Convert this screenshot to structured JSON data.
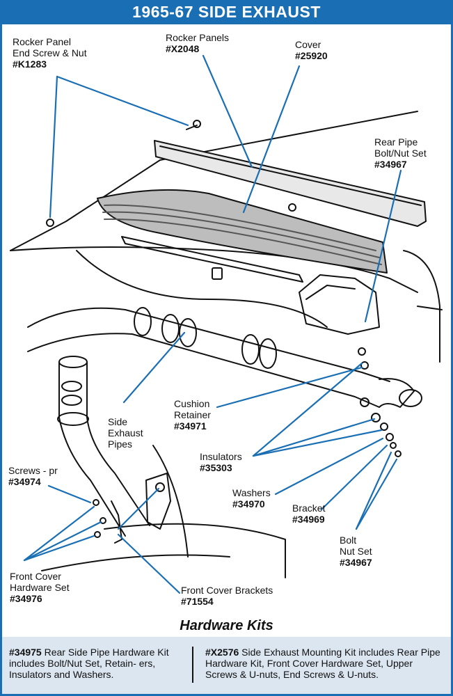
{
  "title": "1965-67 SIDE EXHAUST",
  "labels": {
    "rocker_end_screw": {
      "name_line1": "Rocker Panel",
      "name_line2": "End Screw & Nut",
      "part": "#K1283"
    },
    "rocker_panels": {
      "name": "Rocker Panels",
      "part": "#X2048"
    },
    "cover": {
      "name": "Cover",
      "part": "#25920"
    },
    "rear_pipe_bolt": {
      "name_line1": "Rear Pipe",
      "name_line2": "Bolt/Nut Set",
      "part": "#34967"
    },
    "side_exhaust_pipes": {
      "line1": "Side",
      "line2": "Exhaust",
      "line3": "Pipes"
    },
    "cushion_retainer": {
      "name_line1": "Cushion",
      "name_line2": "Retainer",
      "part": "#34971"
    },
    "insulators": {
      "name": "Insulators",
      "part": "#35303"
    },
    "screws": {
      "name": "Screws - pr",
      "part": "#34974"
    },
    "washers": {
      "name": "Washers",
      "part": "#34970"
    },
    "bracket": {
      "name": "Bracket",
      "part": "#34969"
    },
    "bolt_nut_set": {
      "name_line1": "Bolt",
      "name_line2": "Nut Set",
      "part": "#34967"
    },
    "front_cover_hw": {
      "name_line1": "Front Cover",
      "name_line2": "Hardware Set",
      "part": "#34976"
    },
    "front_cover_brackets": {
      "name": "Front Cover Brackets",
      "part": "#71554"
    }
  },
  "kits": {
    "heading": "Hardware Kits",
    "left": {
      "part": "#34975",
      "text": " Rear Side Pipe Hardware Kit includes Bolt/Nut Set, Retain- ers, Insulators and Washers."
    },
    "right": {
      "part": "#X2576",
      "text": " Side Exhaust Mounting Kit includes Rear Pipe Hardware Kit, Front Cover Hardware Set, Upper Screws & U-nuts, End Screws & U-nuts."
    }
  },
  "colors": {
    "accent": "#1a6fb4",
    "kit_bg": "#dbe6f1",
    "leader": "#1a6fb4",
    "line_art": "#111111"
  }
}
